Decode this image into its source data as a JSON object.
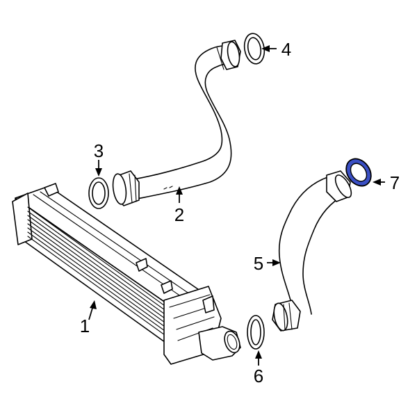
{
  "parts": [
    {
      "id": "intercooler",
      "callout": "1"
    },
    {
      "id": "upper-hose",
      "callout": "2"
    },
    {
      "id": "upper-hose-lower-gasket",
      "callout": "3"
    },
    {
      "id": "upper-hose-upper-gasket",
      "callout": "4"
    },
    {
      "id": "lower-hose",
      "callout": "5"
    },
    {
      "id": "lower-hose-lower-gasket",
      "callout": "6"
    },
    {
      "id": "lower-hose-upper-gasket",
      "callout": "7",
      "highlighted": true
    }
  ],
  "colors": {
    "line": "#000000",
    "highlight_fill": "#3a4fc4",
    "background": "#ffffff"
  }
}
